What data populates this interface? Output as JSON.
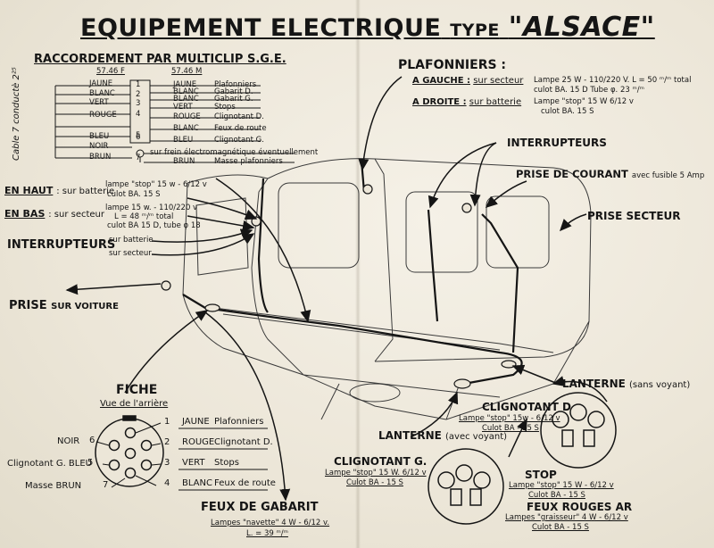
{
  "title": {
    "main": "EQUIPEMENT ELECTRIQUE",
    "type_word": "TYPE",
    "model": "\"ALSACE\""
  },
  "raccordement": {
    "heading": "RACCORDEMENT PAR MULTICLIP S.G.E.",
    "ref_left": "57.46 F",
    "ref_right": "57.46 M",
    "cable_label": "Cable 7 conductè 2²⁵",
    "rows": [
      {
        "pin": "1",
        "color": "JAUNE",
        "color_right": "JAUNE",
        "function": "Plafonniers"
      },
      {
        "pin": "2",
        "color": "BLANC",
        "color_right": "BLANC",
        "function": "Gabarit D."
      },
      {
        "pin": "3",
        "color": "VERT",
        "color_right": "BLANC",
        "function": "Gabarit G."
      },
      {
        "pin": "4",
        "color": "",
        "color_right": "VERT",
        "function": "Stops"
      },
      {
        "pin": "",
        "color": "ROUGE",
        "color_right": "ROUGE",
        "function": "Clignotant D."
      },
      {
        "pin": "5",
        "color": "",
        "color_right": "BLANC",
        "function": "Feux de route"
      },
      {
        "pin": "6",
        "color": "BLEU",
        "color_right": "BLEU",
        "function": "Clignotant G."
      },
      {
        "pin": "",
        "color": "NOIR",
        "color_right": "",
        "function": "sur frein électromagnétique éventuellement"
      },
      {
        "pin": "7",
        "color": "BRUN",
        "color_right": "BRUN",
        "function": "Masse plafonniers"
      }
    ]
  },
  "left_labels": {
    "en_haut": {
      "label": "EN HAUT",
      "detail": ": sur batterie",
      "lamp": "lampe \"stop\" 15 w - 6/12 v",
      "culot": "culot BA. 15 S"
    },
    "en_bas": {
      "label": "EN BAS",
      "detail": ": sur secteur",
      "lamp": "lampe 15 w. - 110/220 v",
      "length": "L = 48 ᵐ/ᵐ total",
      "culot": "culot BA 15 D, tube φ 18"
    },
    "interrupteurs": {
      "label": "INTERRUPTEURS",
      "option1": "sur batterie",
      "option2": "sur secteur"
    },
    "prise_voiture": {
      "label_a": "PRISE",
      "label_b": "SUR VOITURE"
    }
  },
  "plafonniers": {
    "heading": "PLAFONNIERS :",
    "gauche_label": "A GAUCHE :",
    "gauche_detail": "sur secteur",
    "gauche_lamp": "Lampe 25 W - 110/220 V. L = 50 ᵐ/ᵐ total",
    "gauche_culot": "culot BA. 15 D   Tube φ. 23 ᵐ/ᵐ",
    "droite_label": "A DROITE :",
    "droite_detail": "sur batterie",
    "droite_lamp": "Lampe \"stop\" 15 W  6/12 v",
    "droite_culot": "culot BA. 15 S"
  },
  "right_labels": {
    "interrupteurs": "INTERRUPTEURS",
    "prise_courant": "PRISE DE COURANT",
    "prise_courant_detail": "avec fusible 5 Amp",
    "prise_secteur": "PRISE SECTEUR"
  },
  "fiche": {
    "heading": "FICHE",
    "subheading": "Vue de l'arrière",
    "left_pins": [
      {
        "name": "NOIR",
        "num": "6"
      },
      {
        "name": "Clignotant G. BLEU",
        "num": "5"
      },
      {
        "name": "Masse  BRUN",
        "num": "7"
      }
    ],
    "right_pins": [
      {
        "num": "1",
        "color": "JAUNE",
        "function": "Plafonniers"
      },
      {
        "num": "2",
        "color": "ROUGE",
        "function": "Clignotant D."
      },
      {
        "num": "3",
        "color": "VERT",
        "function": "Stops"
      },
      {
        "num": "4",
        "color": "BLANC",
        "function": "Feux de route"
      }
    ]
  },
  "bottom": {
    "gabarit": {
      "heading": "FEUX DE GABARIT",
      "lamp": "Lampes \"navette\" 4 W - 6/12 v.",
      "length": "L. = 39 ᵐ/ᵐ"
    },
    "lanterne_voyant": {
      "heading": "LANTERNE",
      "detail": "(avec voyant)"
    },
    "clignotant_g": {
      "heading": "CLIGNOTANT G.",
      "lamp": "Lampe \"stop\" 15 W. 6/12 v",
      "culot": "Culot BA - 15 S"
    },
    "lanterne_sans": {
      "heading": "LANTERNE",
      "detail": "(sans voyant)"
    },
    "clignotant_d": {
      "heading": "CLIGNOTANT D",
      "lamp": "Lampe \"stop\" 15w - 6/12 v",
      "culot": "Culot BA - 15 S"
    },
    "stop": {
      "heading": "STOP",
      "lamp": "Lampe \"stop\" 15 W - 6/12 v",
      "culot": "Culot BA - 15 S"
    },
    "feux_rouges": {
      "heading": "FEUX ROUGES AR",
      "lamp": "Lampes \"graisseur\" 4 W - 6/12 v",
      "culot": "Culot BA - 15 S"
    }
  },
  "colors": {
    "paper": "#efeadf",
    "ink": "#151515"
  }
}
